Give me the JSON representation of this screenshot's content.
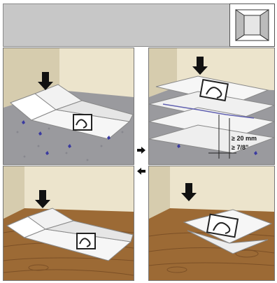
{
  "header": {
    "background": "#c7c7c7"
  },
  "icons": {
    "room": "room-corner-icon",
    "down_arrow": "arrow-down-icon",
    "right_arrow": "arrow-right-icon",
    "left_arrow": "arrow-left-icon",
    "pattern": "swirl-pattern-icon"
  },
  "panels": {
    "top_left": {
      "floor": "concrete"
    },
    "top_right": {
      "floor": "concrete"
    },
    "bottom_left": {
      "floor": "wood"
    },
    "bottom_right": {
      "floor": "wood"
    }
  },
  "dimension": {
    "line1": "≥ 20 mm",
    "line2": "≥ 7/8\""
  },
  "colors": {
    "wall": "#e8dfc5",
    "concrete": "#9a9a9e",
    "wood": "#9c6a35",
    "paper": "#f4f4f4",
    "seam": "#6060b0"
  }
}
